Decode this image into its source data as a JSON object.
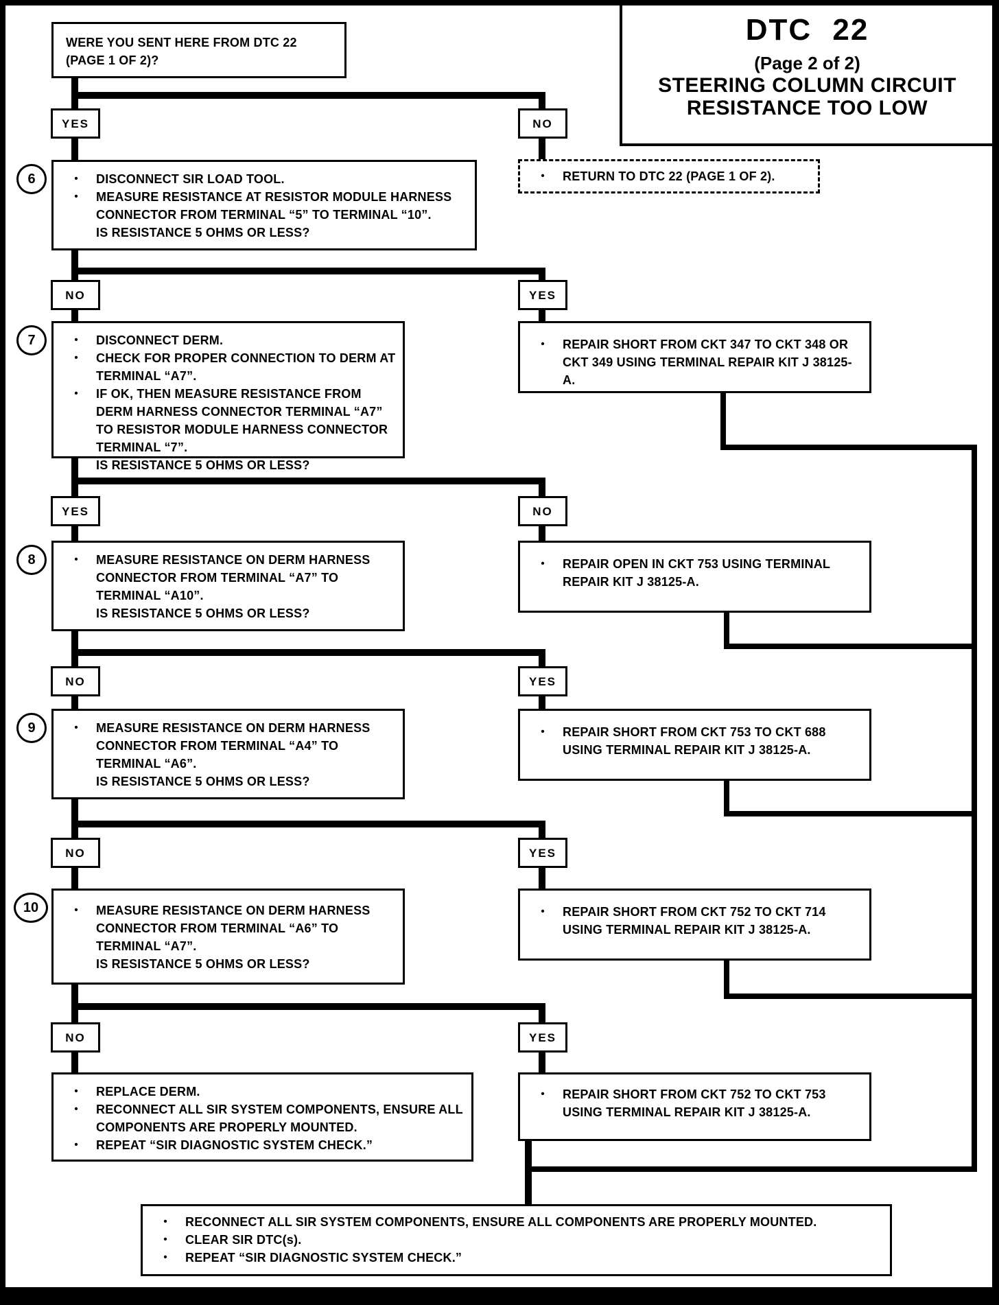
{
  "title": {
    "code": "DTC 22",
    "page": "(Page 2 of 2)",
    "subtitle1": "STEERING COLUMN CIRCUIT",
    "subtitle2": "RESISTANCE TOO LOW"
  },
  "labels": {
    "yes": "YES",
    "no": "NO"
  },
  "bullet_char": "•",
  "nodes": {
    "start_question": {
      "text": "WERE YOU SENT HERE FROM DTC 22 (PAGE 1 OF 2)?"
    },
    "return_box": {
      "bullets": [
        "RETURN TO DTC 22 (PAGE 1 OF 2)."
      ]
    },
    "step6": {
      "number": "6",
      "bullets": [
        "DISCONNECT SIR LOAD TOOL.",
        "MEASURE RESISTANCE AT RESISTOR MODULE HARNESS CONNECTOR FROM TERMINAL “5” TO TERMINAL “10”."
      ],
      "question": "IS RESISTANCE 5 OHMS OR LESS?"
    },
    "repair_347": {
      "bullets": [
        "REPAIR SHORT FROM CKT 347 TO CKT 348 OR CKT 349 USING TERMINAL REPAIR KIT J 38125-A."
      ]
    },
    "step7": {
      "number": "7",
      "bullets": [
        "DISCONNECT DERM.",
        "CHECK FOR PROPER CONNECTION TO DERM AT TERMINAL “A7”.",
        "IF OK, THEN MEASURE RESISTANCE FROM DERM HARNESS CONNECTOR TERMINAL “A7” TO RESISTOR MODULE HARNESS CONNECTOR TERMINAL “7”."
      ],
      "question": "IS RESISTANCE 5 OHMS OR LESS?"
    },
    "repair_open_753": {
      "bullets": [
        "REPAIR OPEN IN CKT 753 USING TERMINAL REPAIR KIT J 38125-A."
      ]
    },
    "step8": {
      "number": "8",
      "bullets": [
        "MEASURE RESISTANCE ON DERM HARNESS CONNECTOR FROM TERMINAL “A7” TO TERMINAL “A10”."
      ],
      "question": "IS RESISTANCE 5 OHMS OR LESS?"
    },
    "repair_753_688": {
      "bullets": [
        "REPAIR SHORT FROM CKT 753 TO CKT 688 USING TERMINAL REPAIR KIT J 38125-A."
      ]
    },
    "step9": {
      "number": "9",
      "bullets": [
        "MEASURE RESISTANCE ON DERM HARNESS CONNECTOR FROM TERMINAL “A4” TO TERMINAL “A6”."
      ],
      "question": "IS RESISTANCE 5 OHMS OR LESS?"
    },
    "repair_752_714": {
      "bullets": [
        "REPAIR SHORT FROM CKT 752 TO CKT 714 USING TERMINAL REPAIR KIT J 38125-A."
      ]
    },
    "step10": {
      "number": "10",
      "bullets": [
        "MEASURE RESISTANCE ON DERM HARNESS CONNECTOR FROM TERMINAL “A6” TO TERMINAL “A7”."
      ],
      "question": "IS RESISTANCE 5 OHMS OR LESS?"
    },
    "repair_752_753": {
      "bullets": [
        "REPAIR SHORT FROM CKT 752 TO CKT 753 USING TERMINAL REPAIR KIT J 38125-A."
      ]
    },
    "replace_derm": {
      "bullets": [
        "REPLACE DERM.",
        "RECONNECT ALL SIR SYSTEM COMPONENTS, ENSURE ALL COMPONENTS ARE PROPERLY MOUNTED.",
        "REPEAT “SIR DIAGNOSTIC SYSTEM CHECK.”"
      ]
    },
    "final": {
      "bullets": [
        "RECONNECT ALL SIR SYSTEM COMPONENTS, ENSURE ALL COMPONENTS ARE PROPERLY MOUNTED.",
        "CLEAR SIR DTC(s).",
        "REPEAT “SIR DIAGNOSTIC SYSTEM CHECK.”"
      ]
    }
  },
  "colors": {
    "ink": "#000000",
    "paper": "#ffffff"
  }
}
